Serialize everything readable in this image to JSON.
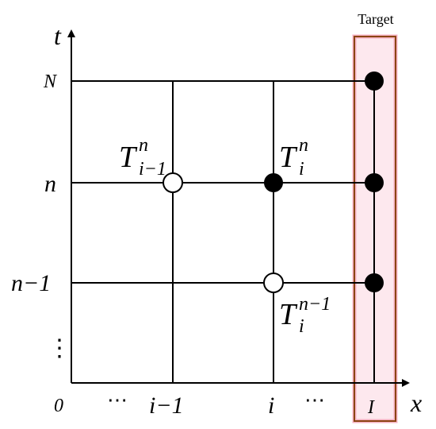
{
  "axes": {
    "t_label": "t",
    "x_label": "x",
    "origin_label": "0"
  },
  "y_ticks": {
    "N": "N",
    "n": "n",
    "n_minus_1": "n−1",
    "dots": "⋮"
  },
  "x_ticks": {
    "dots_left": "⋯",
    "i_minus_1": "i−1",
    "i": "i",
    "dots_right": "⋯",
    "I": "I"
  },
  "target": {
    "label": "Target",
    "border_color": "#8B4513",
    "fill_color": "#fde8ee",
    "edge_color": "#f5b0c0"
  },
  "nodes": {
    "t_i_minus_1_n": {
      "base": "T",
      "sub": "i−1",
      "sup": "n"
    },
    "t_i_n": {
      "base": "T",
      "sub": "i",
      "sup": "n"
    },
    "t_i_n_minus_1": {
      "base": "T",
      "sub": "i",
      "sup": "n−1"
    }
  },
  "colors": {
    "grid": "#000000",
    "filled_node": "#000000",
    "open_node_fill": "#ffffff"
  }
}
